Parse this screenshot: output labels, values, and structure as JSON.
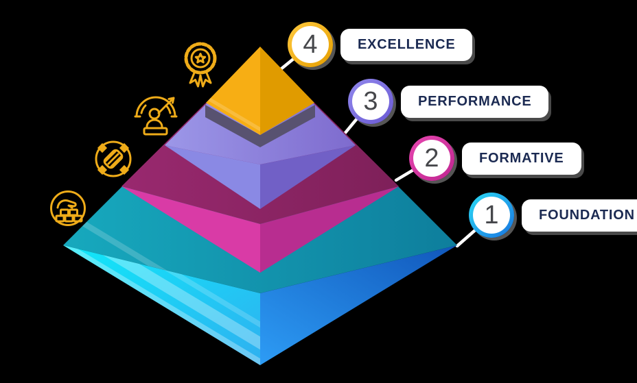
{
  "background": "#000000",
  "connector_color": "#FFFFFF",
  "icon_color": "#EFAC19",
  "text": {
    "number_color": "#46474B",
    "label_color": "#1B2A52"
  },
  "levels": [
    {
      "id": "excellence",
      "number": "4",
      "label": "EXCELLENCE",
      "ring_from": "#FFC93E",
      "ring_to": "#E59E00",
      "icon": "award-ribbon-icon"
    },
    {
      "id": "performance",
      "number": "3",
      "label": "PERFORMANCE",
      "ring_from": "#9188EC",
      "ring_to": "#6A59D4",
      "icon": "performance-gauge-icon"
    },
    {
      "id": "formative",
      "number": "2",
      "label": "FORMATIVE",
      "ring_from": "#E747B0",
      "ring_to": "#BF2590",
      "icon": "handshake-icon"
    },
    {
      "id": "foundation",
      "number": "1",
      "label": "FOUNDATION",
      "ring_from": "#2BDCF5",
      "ring_to": "#1973E0",
      "icon": "foundation-blocks-icon"
    }
  ],
  "pyramid": {
    "excellence": {
      "face_left": "#F7AE14",
      "face_right": "#E09B00"
    },
    "performance": {
      "top_left": "#9C97E8",
      "top_right": "#7E6BCE",
      "face_left": "#8A89E4",
      "face_right": "#7160C6",
      "shadow_plate": "#585270"
    },
    "formative": {
      "top_left": "#99296F",
      "top_right": "#7E2059",
      "face_left": "#D93BA6",
      "face_right": "#B82D90"
    },
    "foundation": {
      "top_left": "#17A9BE",
      "top_right": "#0E7E9C",
      "face_left_from": "#0FE9F9",
      "face_left_to": "#2FB0F0",
      "face_right_from": "#1157BB",
      "face_right_to": "#2D9CF5"
    }
  }
}
